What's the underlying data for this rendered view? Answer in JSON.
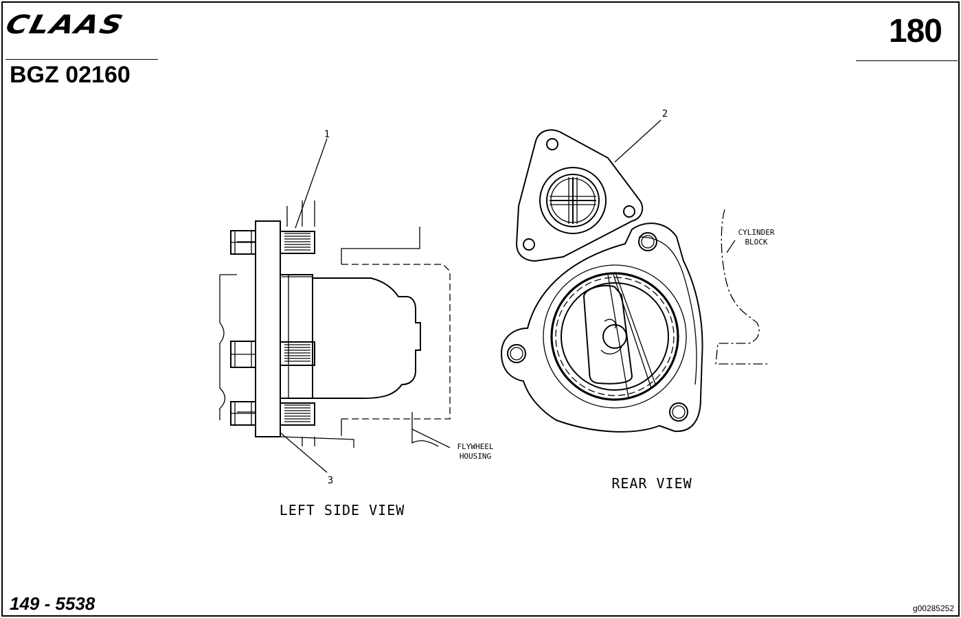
{
  "header": {
    "brand": "CLAAS",
    "page_number": "180",
    "drawing_code": "BGZ 02160"
  },
  "footer": {
    "part_number": "149 - 5538",
    "image_ref": "g00285252"
  },
  "diagram": {
    "callouts": [
      "1",
      "2",
      "3"
    ],
    "view_labels": {
      "left": "LEFT SIDE VIEW",
      "rear": "REAR VIEW"
    },
    "component_labels": {
      "flywheel_line1": "FLYWHEEL",
      "flywheel_line2": "HOUSING",
      "cylinder_line1": "CYLINDER",
      "cylinder_line2": "BLOCK"
    }
  }
}
